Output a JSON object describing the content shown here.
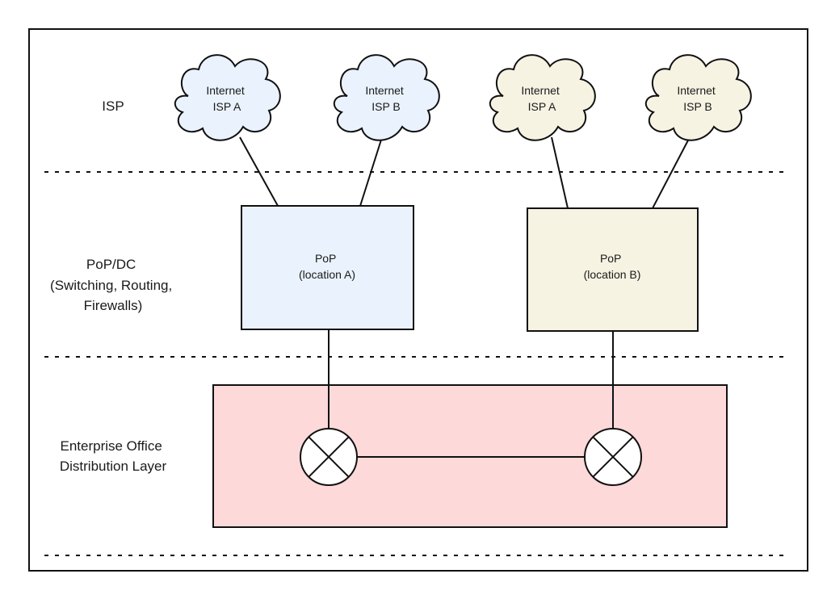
{
  "layers": {
    "isp": "ISP",
    "pop_dc": [
      "PoP/DC",
      "(Switching, Routing,",
      "Firewalls)"
    ],
    "enterprise": [
      "Enterprise Office",
      "Distribution Layer"
    ]
  },
  "clouds": [
    {
      "id": "cloud-1",
      "lines": [
        "Internet",
        "ISP A"
      ],
      "color": "#eaf2fd"
    },
    {
      "id": "cloud-2",
      "lines": [
        "Internet",
        "ISP B"
      ],
      "color": "#eaf2fd"
    },
    {
      "id": "cloud-3",
      "lines": [
        "Internet",
        "ISP A"
      ],
      "color": "#f6f3e3"
    },
    {
      "id": "cloud-4",
      "lines": [
        "Internet",
        "ISP B"
      ],
      "color": "#f6f3e3"
    }
  ],
  "pops": [
    {
      "id": "pop-a",
      "lines": [
        "PoP",
        "(location A)"
      ],
      "color": "#eaf2fd"
    },
    {
      "id": "pop-b",
      "lines": [
        "PoP",
        "(location B)"
      ],
      "color": "#f6f3e3"
    }
  ],
  "distribution": {
    "color": "#fdd9d9"
  },
  "router_symbol": "⊗"
}
